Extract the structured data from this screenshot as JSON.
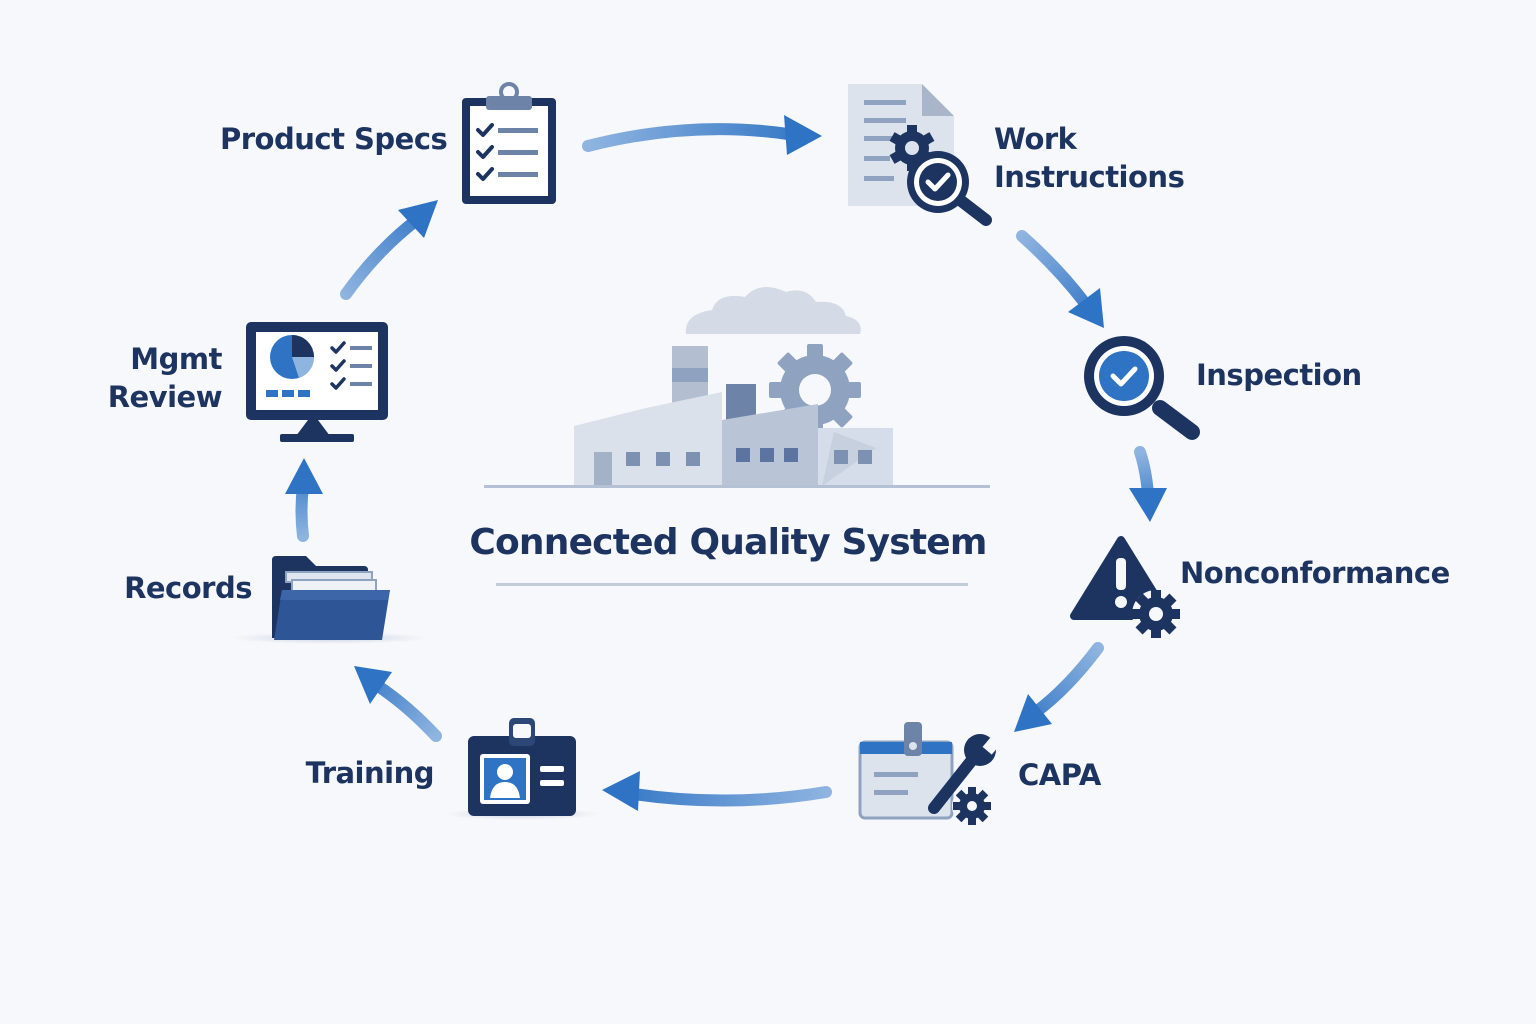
{
  "title": "Connected Quality System",
  "steps": [
    {
      "id": "product-specs",
      "icon": "clipboard-checklist-icon",
      "lines": [
        "Product Specs"
      ]
    },
    {
      "id": "work-instructions",
      "icon": "document-gear-check-icon",
      "lines": [
        "Work",
        "Instructions"
      ]
    },
    {
      "id": "inspection",
      "icon": "magnifier-check-icon",
      "lines": [
        "Inspection"
      ]
    },
    {
      "id": "nonconformance",
      "icon": "warning-gear-icon",
      "lines": [
        "Nonconformance"
      ]
    },
    {
      "id": "capa",
      "icon": "wrench-gear-card-icon",
      "lines": [
        "CAPA"
      ]
    },
    {
      "id": "training",
      "icon": "id-badge-icon",
      "lines": [
        "Training"
      ]
    },
    {
      "id": "records",
      "icon": "folder-icon",
      "lines": [
        "Records"
      ]
    },
    {
      "id": "mgmt-review",
      "icon": "monitor-dashboard-icon",
      "lines": [
        "Mgmt",
        "Review"
      ]
    }
  ],
  "center_icon": "factory-gear-icon",
  "colors": {
    "navy": "#1d3461",
    "blue": "#2e73c4",
    "light_blue": "#8fb4e0",
    "slate": "#8fa3c0",
    "pale": "#d5dbe6",
    "background": "#f7f8fb"
  }
}
